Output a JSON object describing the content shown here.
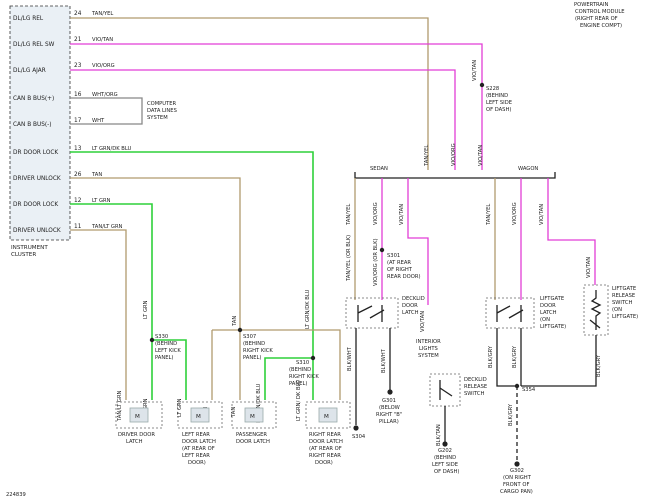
{
  "diagram_id": "224839",
  "pcm": {
    "line1": "POWERTRAIN",
    "line2": "CONTROL MODULE",
    "line3": "(RIGHT REAR OF",
    "line4": "ENGINE COMPT)"
  },
  "cluster": {
    "title1": "INSTRUMENT",
    "title2": "CLUSTER"
  },
  "cluster_pins": [
    {
      "label": "DL/LG REL",
      "pin": "24",
      "wire": "TAN/YEL"
    },
    {
      "label": "DL/LG REL SW",
      "pin": "21",
      "wire": "VIO/TAN"
    },
    {
      "label": "DL/LG AJAR",
      "pin": "23",
      "wire": "VIO/ORG"
    },
    {
      "label": "CAN B BUS(+)",
      "pin": "16",
      "wire": "WHT/ORG"
    },
    {
      "label": "CAN B BUS(-)",
      "pin": "17",
      "wire": "WHT"
    },
    {
      "label": "DR DOOR LOCK",
      "pin": "13",
      "wire": "LT GRN/DK BLU"
    },
    {
      "label": "DRIVER UNLOCK",
      "pin": "26",
      "wire": "TAN"
    },
    {
      "label": "DR DOOR LOCK",
      "pin": "12",
      "wire": "LT GRN"
    },
    {
      "label": "DRIVER UNLOCK",
      "pin": "11",
      "wire": "TAN/LT GRN"
    }
  ],
  "data_lines": {
    "l1": "COMPUTER",
    "l2": "DATA LINES",
    "l3": "SYSTEM"
  },
  "splices": {
    "s228": [
      "S228",
      "(BEHIND",
      "LEFT SIDE",
      "OF DASH)"
    ],
    "s330": [
      "S330",
      "(BEHIND",
      "LEFT KICK",
      "PANEL)"
    ],
    "s307": [
      "S307",
      "(BEHIND",
      "RIGHT KICK",
      "PANEL)"
    ],
    "s310": [
      "S310",
      "(BEHIND",
      "RIGHT KICK",
      "PANEL)"
    ],
    "s301": [
      "S301",
      "(AT REAR",
      "OF RIGHT",
      "REAR DOOR)"
    ],
    "s304": "S304",
    "s354": "S354"
  },
  "branches": {
    "sedan": "SEDAN",
    "wagon": "WAGON"
  },
  "wires": {
    "tanyel": "TAN/YEL",
    "vioorg": "VIO/ORG",
    "viotan": "VIO/TAN",
    "ltgrn": "LT GRN",
    "tan": "TAN",
    "tanltgrn": "TAN/LT GRN",
    "ltgrndkblu": "LT GRN/DK BLU",
    "ltgrndkblu2": "LT GRN/ DK BLU",
    "tanyel_orblk": "TAN/YEL (OR BLK)",
    "vioorg_orblk": "VIO/ORG (OR BLK)",
    "blkwht": "BLK/WHT",
    "blkgry": "BLK/GRY",
    "blktan": "BLK/TAN"
  },
  "components": {
    "driver": [
      "DRIVER DOOR",
      "LATCH"
    ],
    "lr": [
      "LEFT REAR",
      "DOOR LATCH",
      "(AT REAR OF",
      "LEFT REAR",
      "DOOR)"
    ],
    "pass": [
      "PASSENGER",
      "DOOR LATCH"
    ],
    "rr": [
      "RIGHT REAR",
      "DOOR LATCH",
      "(AT REAR OF",
      "RIGHT REAR",
      "DOOR)"
    ],
    "decklid_latch": [
      "DECKLID",
      "DOOR",
      "LATCH"
    ],
    "interior": [
      "INTERIOR",
      "LIGHTS",
      "SYSTEM"
    ],
    "decklid_switch": [
      "DECKLID",
      "RELEASE",
      "SWITCH"
    ],
    "liftgate_latch": [
      "LIFTGATE",
      "DOOR",
      "LATCH",
      "(ON",
      "LIFTGATE)"
    ],
    "liftgate_switch": [
      "LIFTGATE",
      "RELEASE",
      "SWITCH",
      "(ON",
      "LIFTGATE)"
    ]
  },
  "grounds": {
    "g301": [
      "G301",
      "(BELOW",
      "RIGHT \"B\"",
      "PILLAR)"
    ],
    "g202": [
      "G202",
      "(BEHIND",
      "LEFT SIDE",
      "OF DASH)"
    ],
    "g302": [
      "G302",
      "(ON RIGHT",
      "FRONT OF",
      "CARGO PAN)"
    ]
  },
  "motor_symbol": "M"
}
